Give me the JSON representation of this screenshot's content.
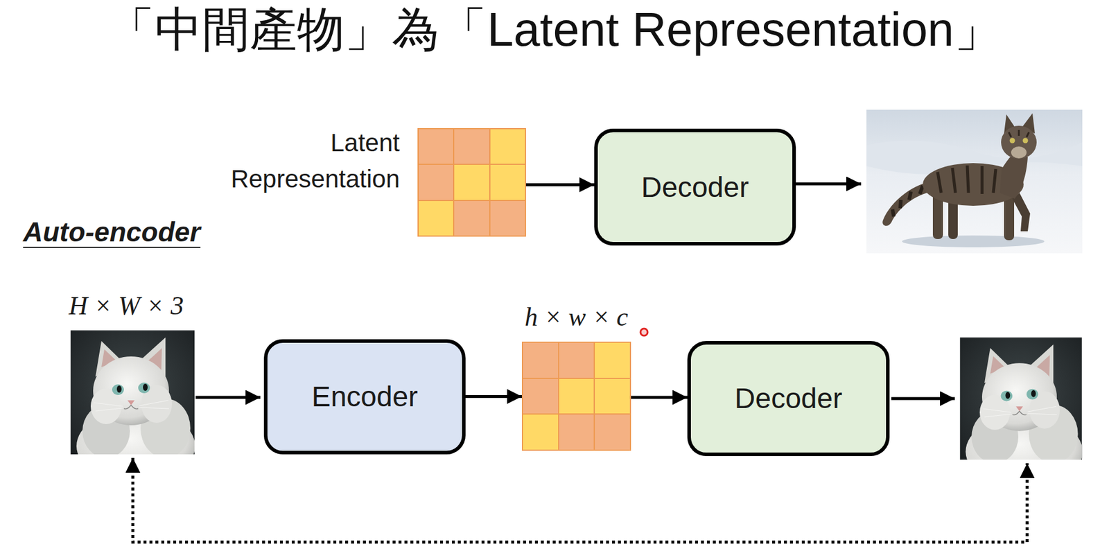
{
  "diagram": {
    "title": "「中間產物」為「Latent Representation」",
    "nodes": [
      {
        "text": [
          "Latent Representation"
        ]
      },
      {
        "text": [
          "Decoder"
        ]
      },
      {
        "text": [
          "Encoder"
        ]
      },
      {
        "text": [
          "h × w × c"
        ]
      },
      {
        "text": [
          "Decoder"
        ]
      }
    ],
    "edges": [
      {
        "from": 0,
        "to": 1,
        "arrow": "to"
      },
      {
        "from": 2,
        "to": 3,
        "arrow": "to"
      },
      {
        "from": 3,
        "to": 4,
        "arrow": "to"
      }
    ],
    "labels": [
      "Auto-encoder",
      "H × W × 3"
    ]
  }
}
